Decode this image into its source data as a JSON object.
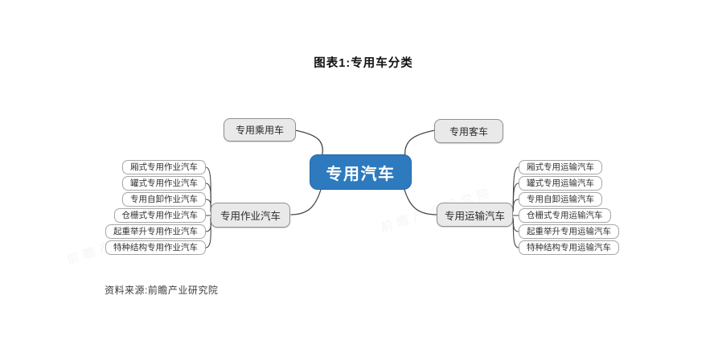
{
  "page": {
    "title": "图表1:专用车分类",
    "source_note": "资料来源:前瞻产业研究院",
    "watermark": "前瞻产业研究院"
  },
  "mindmap": {
    "root": {
      "label": "专用汽车"
    },
    "branches": {
      "top_left": {
        "label": "专用乘用车"
      },
      "top_right": {
        "label": "专用客车"
      },
      "left": {
        "label": "专用作业汽车",
        "children": [
          "厢式专用作业汽车",
          "罐式专用作业汽车",
          "专用自卸作业汽车",
          "仓栅式专用作业汽车",
          "起重举升专用作业汽车",
          "特种结构专用作业汽车"
        ]
      },
      "right": {
        "label": "专用运输汽车",
        "children": [
          "厢式专用运输汽车",
          "罐式专用运输汽车",
          "专用自卸运输汽车",
          "仓栅式专用运输汽车",
          "起重举升专用运输汽车",
          "特种结构专用运输汽车"
        ]
      }
    }
  },
  "colors": {
    "root_bg": "#2e7abf",
    "root_text": "#ffffff",
    "branch_bg": "#e9e9e9",
    "branch_border": "#909090",
    "leaf_bg": "#ffffff",
    "leaf_border": "#a6a6a6",
    "connector": "#474747"
  }
}
